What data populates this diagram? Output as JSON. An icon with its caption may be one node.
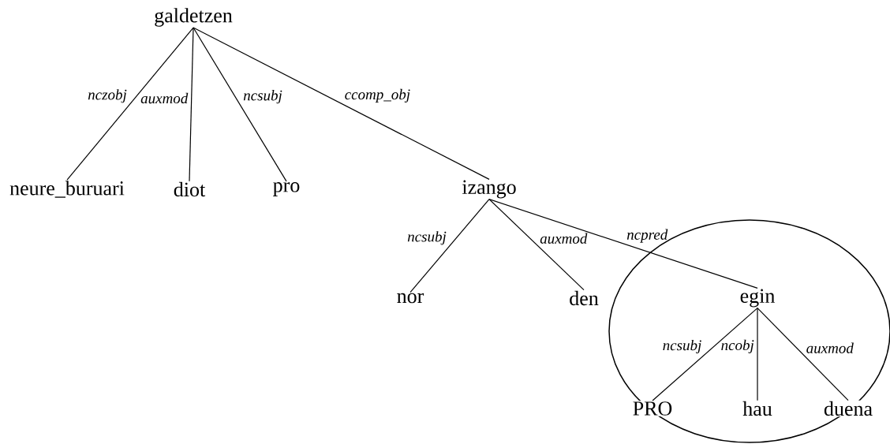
{
  "diagram": {
    "nodes": [
      {
        "text": [
          "galdetzen"
        ]
      },
      {
        "text": [
          "neure_buruari"
        ]
      },
      {
        "text": [
          "diot"
        ]
      },
      {
        "text": [
          "pro"
        ]
      },
      {
        "text": [
          "izango"
        ]
      },
      {
        "text": [
          "nor"
        ]
      },
      {
        "text": [
          "den"
        ]
      },
      {
        "text": [],
        "shape": "circle"
      },
      {
        "text": [
          "egin"
        ],
        "in": 7
      },
      {
        "text": [
          "PRO"
        ],
        "in": 7
      },
      {
        "text": [
          "hau"
        ],
        "in": 7
      },
      {
        "text": [
          "duena"
        ],
        "in": 7
      }
    ],
    "edges": [
      {
        "from": 0,
        "to": 1,
        "arrow": "none",
        "label": "nczobj"
      },
      {
        "from": 0,
        "to": 2,
        "arrow": "none",
        "label": "auxmod"
      },
      {
        "from": 0,
        "to": 3,
        "arrow": "none",
        "label": "ncsubj"
      },
      {
        "from": 0,
        "to": 4,
        "arrow": "none",
        "label": "ccomp_obj"
      },
      {
        "from": 4,
        "to": 5,
        "arrow": "none",
        "label": "ncsubj"
      },
      {
        "from": 4,
        "to": 6,
        "arrow": "none",
        "label": "auxmod"
      },
      {
        "from": 4,
        "to": 8,
        "arrow": "none",
        "label": "ncpred"
      },
      {
        "from": 8,
        "to": 9,
        "arrow": "none",
        "label": "ncsubj"
      },
      {
        "from": 8,
        "to": 10,
        "arrow": "none",
        "label": "ncobj"
      },
      {
        "from": 8,
        "to": 11,
        "arrow": "none",
        "label": "auxmod"
      }
    ]
  }
}
